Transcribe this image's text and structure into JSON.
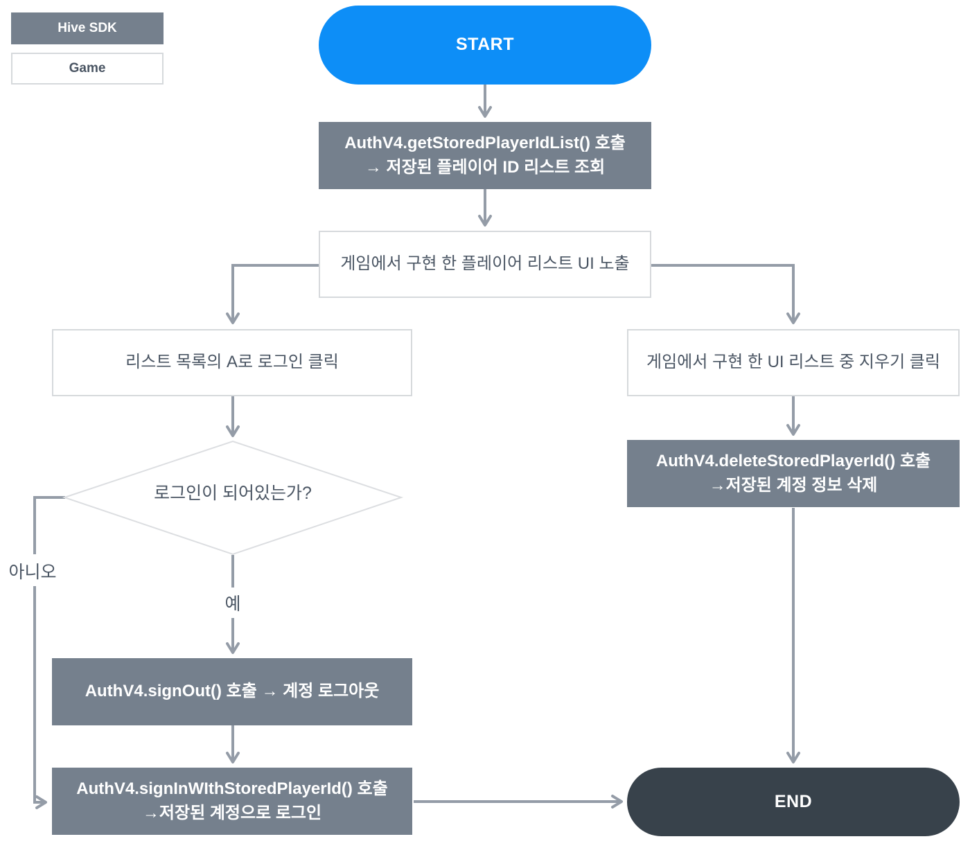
{
  "legend": {
    "hive_sdk": "Hive SDK",
    "game": "Game"
  },
  "nodes": {
    "start": {
      "label": "START"
    },
    "get_list": {
      "line1": "AuthV4.getStoredPlayerIdList() 호출",
      "line2": "→ 저장된 플레이어 ID 리스트 조회"
    },
    "player_list_ui": {
      "label": "게임에서 구현 한 플레이어 리스트 UI 노출"
    },
    "login_click": {
      "label": "리스트 목록의 A로 로그인 클릭"
    },
    "delete_click": {
      "label": "게임에서 구현 한 UI 리스트 중 지우기 클릭"
    },
    "logged_in_decision": {
      "label": "로그인이 되어있는가?"
    },
    "delete_stored": {
      "line1": "AuthV4.deleteStoredPlayerId() 호출",
      "line2": "→저장된 계정 정보 삭제"
    },
    "sign_out": {
      "label": "AuthV4.signOut() 호출 → 계정 로그아웃"
    },
    "sign_in": {
      "line1": "AuthV4.signInWIthStoredPlayerId() 호출",
      "line2": "→저장된 계정으로 로그인"
    },
    "end": {
      "label": "END"
    }
  },
  "edges": {
    "yes_label": "예",
    "no_label": "아니오"
  },
  "colors": {
    "hive_box": "#75808D",
    "start_blue": "#0D8EF7",
    "end_dark": "#38424B",
    "connector": "#949CA7",
    "box_border": "#D6D9DC",
    "text_dark": "#4A5563"
  }
}
